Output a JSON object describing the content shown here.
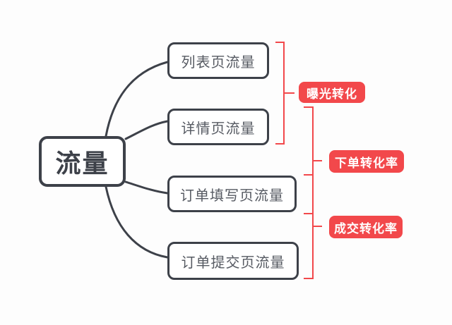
{
  "diagram": {
    "title_hint": "traffic funnel mind map",
    "root": {
      "label": "流量"
    },
    "children": [
      {
        "label": "列表页流量"
      },
      {
        "label": "详情页流量"
      },
      {
        "label": "订单填写页流量"
      },
      {
        "label": "订单提交页流量"
      }
    ],
    "metrics": [
      {
        "label": "曝光转化"
      },
      {
        "label": "下单转化率"
      },
      {
        "label": "成交转化率"
      }
    ],
    "colors": {
      "accent_red": "#f2484b",
      "line_dark": "#3d4149",
      "node_text": "#565a62",
      "background": "#fdfdfd"
    }
  }
}
